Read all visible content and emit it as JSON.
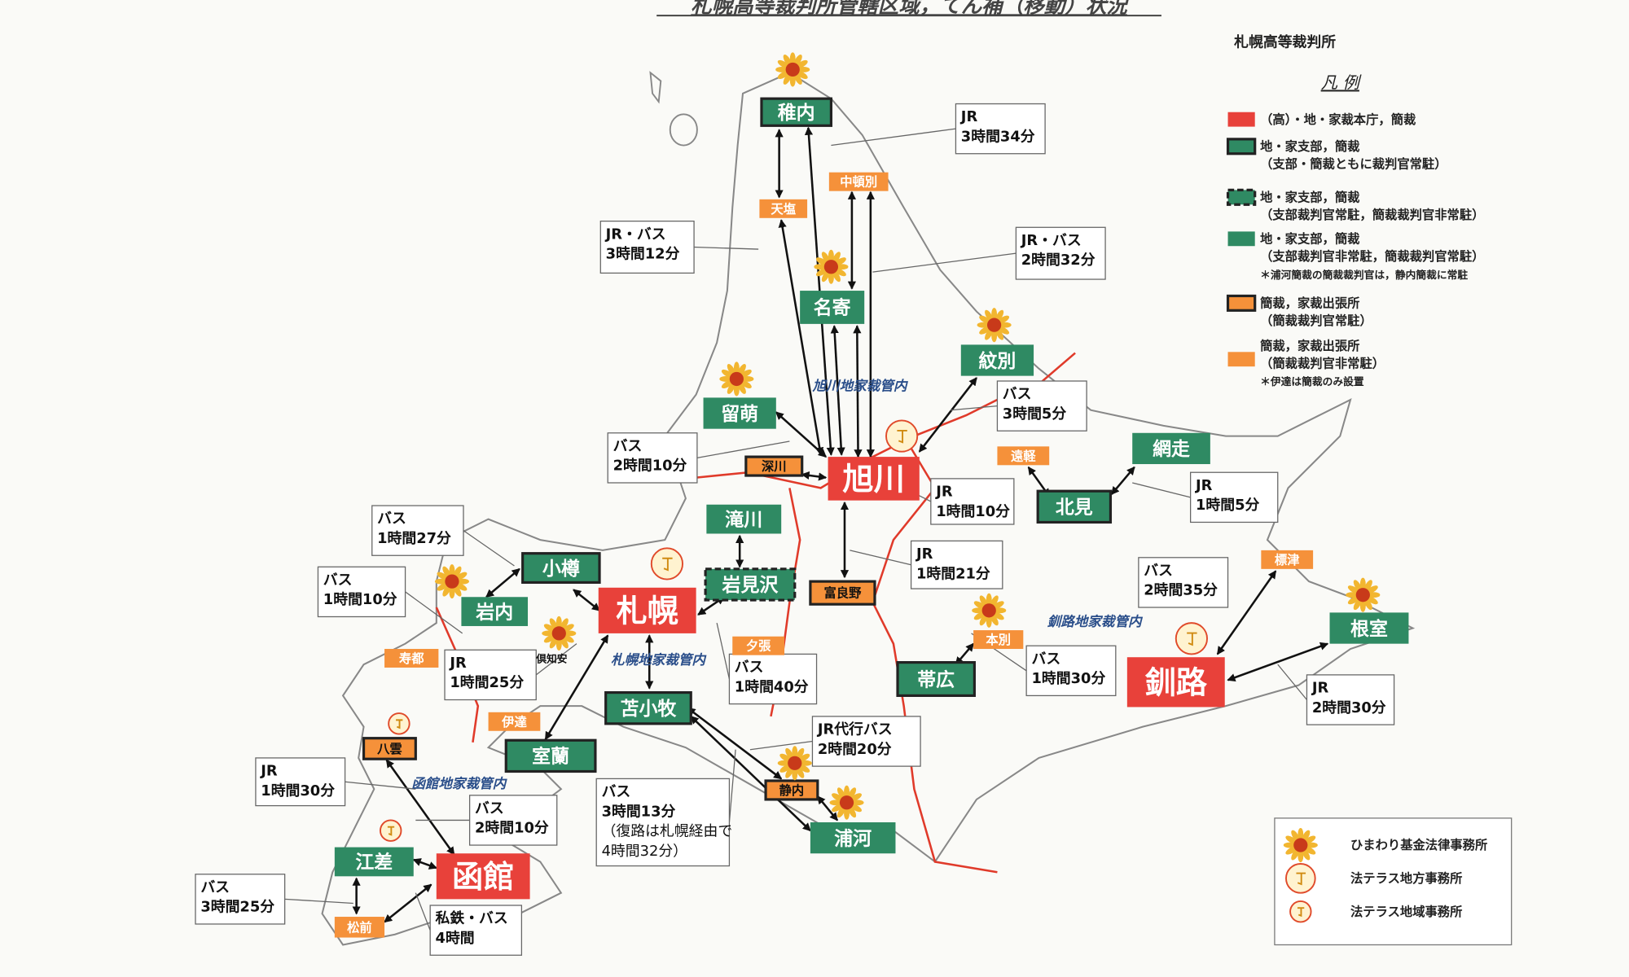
{
  "title": "札幌高等裁判所管轄区域，てん補（移動）状況",
  "court": "札幌高等裁判所",
  "legend": {
    "heading": "凡 例",
    "items": [
      {
        "type": "main",
        "lines": [
          "（高）・地・家裁本庁，簡裁"
        ]
      },
      {
        "type": "branch-bordered",
        "lines": [
          "地・家支部，簡裁",
          "（支部・簡裁ともに裁判官常駐）"
        ]
      },
      {
        "type": "branch-dashed",
        "lines": [
          "地・家支部，簡裁",
          "（支部裁判官常駐，簡裁裁判官非常駐）"
        ]
      },
      {
        "type": "branch",
        "lines": [
          "地・家支部，簡裁",
          "（支部裁判官非常駐，簡裁裁判官常駐）",
          "＊浦河簡裁の簡裁裁判官は，静内簡裁に常駐"
        ]
      },
      {
        "type": "office-bordered",
        "lines": [
          "簡裁，家裁出張所",
          "（簡裁裁判官常駐）"
        ]
      },
      {
        "type": "office",
        "lines": [
          "簡裁，家裁出張所",
          "（簡裁裁判官非常駐）",
          "＊伊達は簡裁のみ設置"
        ]
      }
    ],
    "symbols": [
      {
        "icon": "sunflower-icon",
        "label": "ひまわり基金法律事務所"
      },
      {
        "icon": "houterasu-regional-icon",
        "label": "法テラス地方事務所"
      },
      {
        "icon": "houterasu-local-icon",
        "label": "法テラス地域事務所"
      }
    ]
  },
  "colors": {
    "main": "#e8413a",
    "branch": "#2f8a63",
    "office": "#f5913a",
    "border": "#222222",
    "district_line": "#e03a2a",
    "coast": "#888888",
    "district_text": "#2a4e8a"
  },
  "nodes": [
    {
      "label": "稚内",
      "type": "branch-bordered"
    },
    {
      "label": "天塩",
      "type": "office"
    },
    {
      "label": "中頓別",
      "type": "office"
    },
    {
      "label": "名寄",
      "type": "branch"
    },
    {
      "label": "紋別",
      "type": "branch"
    },
    {
      "label": "留萌",
      "type": "branch"
    },
    {
      "label": "深川",
      "type": "office-bordered"
    },
    {
      "label": "旭川",
      "type": "main"
    },
    {
      "label": "遠軽",
      "type": "office"
    },
    {
      "label": "網走",
      "type": "branch"
    },
    {
      "label": "北見",
      "type": "branch-bordered"
    },
    {
      "label": "滝川",
      "type": "branch"
    },
    {
      "label": "岩見沢",
      "type": "branch-dashed"
    },
    {
      "label": "富良野",
      "type": "office-bordered"
    },
    {
      "label": "小樽",
      "type": "branch-bordered"
    },
    {
      "label": "札幌",
      "type": "main"
    },
    {
      "label": "岩内",
      "type": "branch"
    },
    {
      "label": "寿都",
      "type": "office"
    },
    {
      "label": "夕張",
      "type": "office"
    },
    {
      "label": "伊達",
      "type": "office"
    },
    {
      "label": "苫小牧",
      "type": "branch-bordered"
    },
    {
      "label": "室蘭",
      "type": "branch-bordered"
    },
    {
      "label": "八雲",
      "type": "office-bordered"
    },
    {
      "label": "静内",
      "type": "office-bordered"
    },
    {
      "label": "浦河",
      "type": "branch"
    },
    {
      "label": "江差",
      "type": "branch"
    },
    {
      "label": "函館",
      "type": "main"
    },
    {
      "label": "松前",
      "type": "office"
    },
    {
      "label": "帯広",
      "type": "branch-bordered"
    },
    {
      "label": "本別",
      "type": "office"
    },
    {
      "label": "標津",
      "type": "office"
    },
    {
      "label": "根室",
      "type": "branch"
    },
    {
      "label": "釧路",
      "type": "main"
    }
  ],
  "place_labels": [
    "倶知安"
  ],
  "districts": [
    "旭川地家裁管内",
    "札幌地家裁管内",
    "函館地家裁管内",
    "釧路地家裁管内"
  ],
  "routes": [
    [
      "JR",
      "3時間34分"
    ],
    [
      "JR・バス",
      "3時間12分"
    ],
    [
      "JR・バス",
      "2時間32分"
    ],
    [
      "バス",
      "3時間5分"
    ],
    [
      "バス",
      "2時間10分"
    ],
    [
      "JR",
      "1時間10分"
    ],
    [
      "JR",
      "1時間5分"
    ],
    [
      "JR",
      "1時間21分"
    ],
    [
      "バス",
      "1時間27分"
    ],
    [
      "バス",
      "1時間10分"
    ],
    [
      "JR",
      "1時間25分"
    ],
    [
      "バス",
      "1時間40分"
    ],
    [
      "バス",
      "2時間35分"
    ],
    [
      "バス",
      "1時間30分"
    ],
    [
      "JR",
      "2時間30分"
    ],
    [
      "JR代行バス",
      "2時間20分"
    ],
    [
      "バス",
      "3時間13分",
      "（復路は札幌経由で",
      "4時間32分）"
    ],
    [
      "JR",
      "1時間30分"
    ],
    [
      "バス",
      "2時間10分"
    ],
    [
      "バス",
      "3時間25分"
    ],
    [
      "私鉄・バス",
      "4時間"
    ]
  ]
}
